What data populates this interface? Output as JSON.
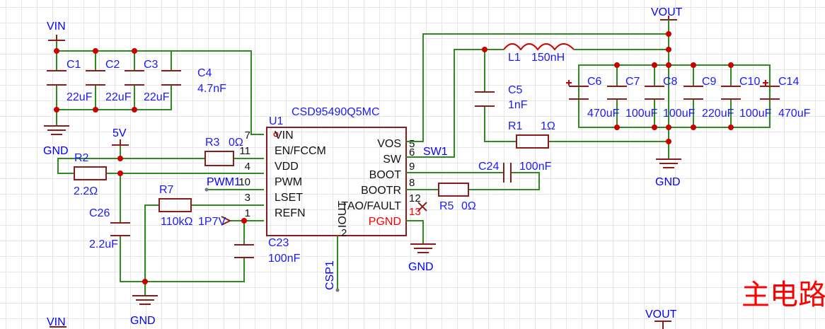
{
  "nets": {
    "vin_top": "VIN",
    "vin_bottom": "VIN",
    "vout_top": "VOUT",
    "vout_bottom": "VOUT",
    "v5": "5V",
    "gnd_left": "GND",
    "gnd_bottom": "GND",
    "gnd_ic": "GND",
    "gnd_right": "GND",
    "pwm1": "PWM1",
    "sw1": "SW1",
    "csp1": "CSP1"
  },
  "components": {
    "c1": {
      "ref": "C1",
      "value": "22uF"
    },
    "c2": {
      "ref": "C2",
      "value": "22uF"
    },
    "c3": {
      "ref": "C3",
      "value": "22uF"
    },
    "c4": {
      "ref": "C4",
      "value": "4.7nF"
    },
    "r2": {
      "ref": "R2",
      "value": "2.2Ω"
    },
    "r3": {
      "ref": "R3",
      "value": "0Ω"
    },
    "c26": {
      "ref": "C26",
      "value": "2.2uF"
    },
    "r7": {
      "ref": "R7",
      "value": "110kΩ"
    },
    "p7v": {
      "value": "1P7V"
    },
    "c23": {
      "ref": "C23",
      "value": "100nF"
    },
    "u1": {
      "ref": "U1",
      "part": "CSD95490Q5MC"
    },
    "r5": {
      "ref": "R5",
      "value": "0Ω"
    },
    "c24": {
      "ref": "C24",
      "value": "100nF"
    },
    "l1": {
      "ref": "L1",
      "value": "150nH"
    },
    "c5": {
      "ref": "C5",
      "value": "1nF"
    },
    "r1": {
      "ref": "R1",
      "value": "1Ω"
    },
    "c6": {
      "ref": "C6",
      "value": "470uF"
    },
    "c7": {
      "ref": "C7",
      "value": "100uF"
    },
    "c8": {
      "ref": "C8",
      "value": "100uF"
    },
    "c9": {
      "ref": "C9",
      "value": "220uF"
    },
    "c10": {
      "ref": "C10",
      "value": "100uF"
    },
    "c14": {
      "ref": "C14",
      "value": "470uF"
    }
  },
  "u1_pins": {
    "left": [
      {
        "num": "7",
        "name": "VIN"
      },
      {
        "num": "11",
        "name": "EN/FCCM"
      },
      {
        "num": "4",
        "name": "VDD"
      },
      {
        "num": "10",
        "name": "PWM"
      },
      {
        "num": "3",
        "name": "LSET"
      },
      {
        "num": "1",
        "name": "REFN"
      }
    ],
    "right": [
      {
        "num": "5",
        "name": "VOS"
      },
      {
        "num": "6",
        "name": "SW"
      },
      {
        "num": "9",
        "name": "BOOT"
      },
      {
        "num": "8",
        "name": "BOOTR"
      },
      {
        "num": "12",
        "name": "TAO/FAULT"
      },
      {
        "num": "13",
        "name": "PGND"
      }
    ],
    "bottom": {
      "num": "2",
      "name": "IOUT"
    }
  },
  "title": "主电路",
  "colors": {
    "wire": "#2e8b20",
    "body": "#8a1c1c",
    "label": "#0000ff",
    "junction": "#cc0000",
    "grid": "#e6e6e6"
  }
}
